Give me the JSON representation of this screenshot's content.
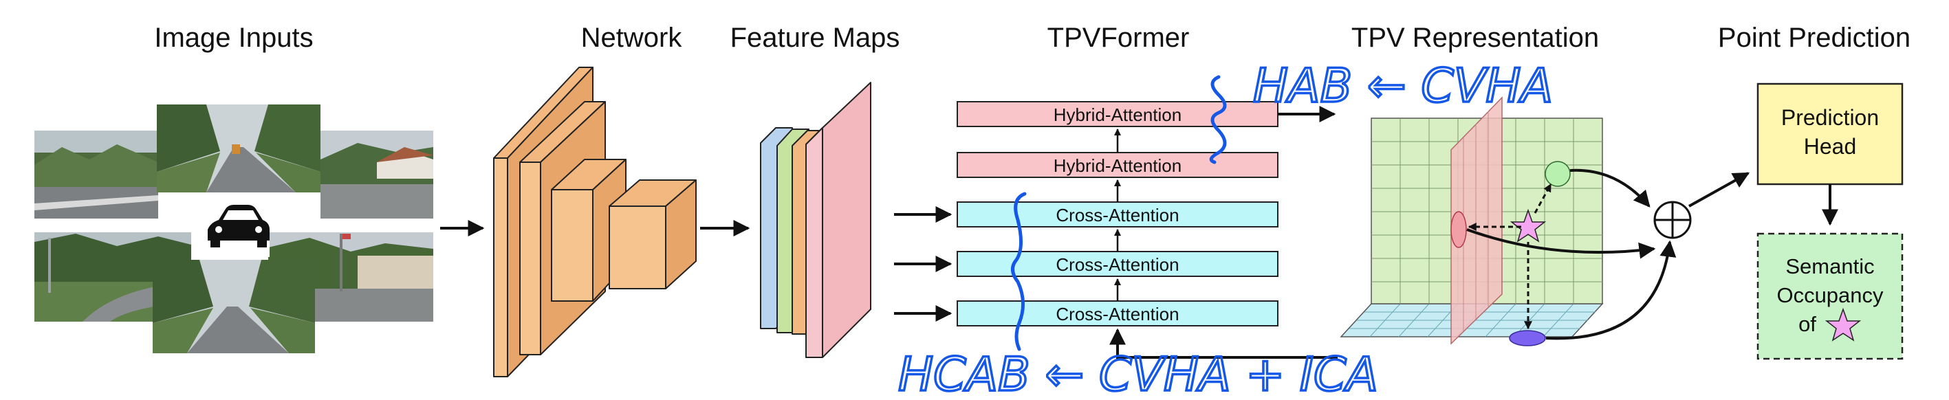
{
  "titles": {
    "image_inputs": "Image Inputs",
    "network": "Network",
    "feature_maps": "Feature Maps",
    "tpvformer": "TPVFormer",
    "tpv_representation": "TPV Representation",
    "point_prediction": "Point Prediction"
  },
  "tpvformer": {
    "layers": [
      "Hybrid-Attention",
      "Hybrid-Attention",
      "Cross-Attention",
      "Cross-Attention",
      "Cross-Attention"
    ]
  },
  "prediction": {
    "head_line1": "Prediction",
    "head_line2": "Head",
    "output_line1": "Semantic",
    "output_line2": "Occupancy",
    "output_line3": "of"
  },
  "annotations": {
    "hab": "HAB ← CVHA",
    "hcab": "HCAB ← CVHA + ICA"
  },
  "colors": {
    "hybrid_attention_fill": "#f9c5c8",
    "cross_attention_fill": "#bdf7fa",
    "network_orange": "#f6c48f",
    "feature_blue": "#b8d3ef",
    "feature_green": "#c6e3a0",
    "feature_pink": "#f2b8be",
    "prediction_head_fill": "#fff6b0",
    "occupancy_fill": "#c8f2c8",
    "handwriting_blue": "#1558e8",
    "star_pink": "#f5a6f0",
    "grid_green": "#d8efc4",
    "grid_pink": "#f4c0c0",
    "grid_blue": "#c8ecf4"
  }
}
